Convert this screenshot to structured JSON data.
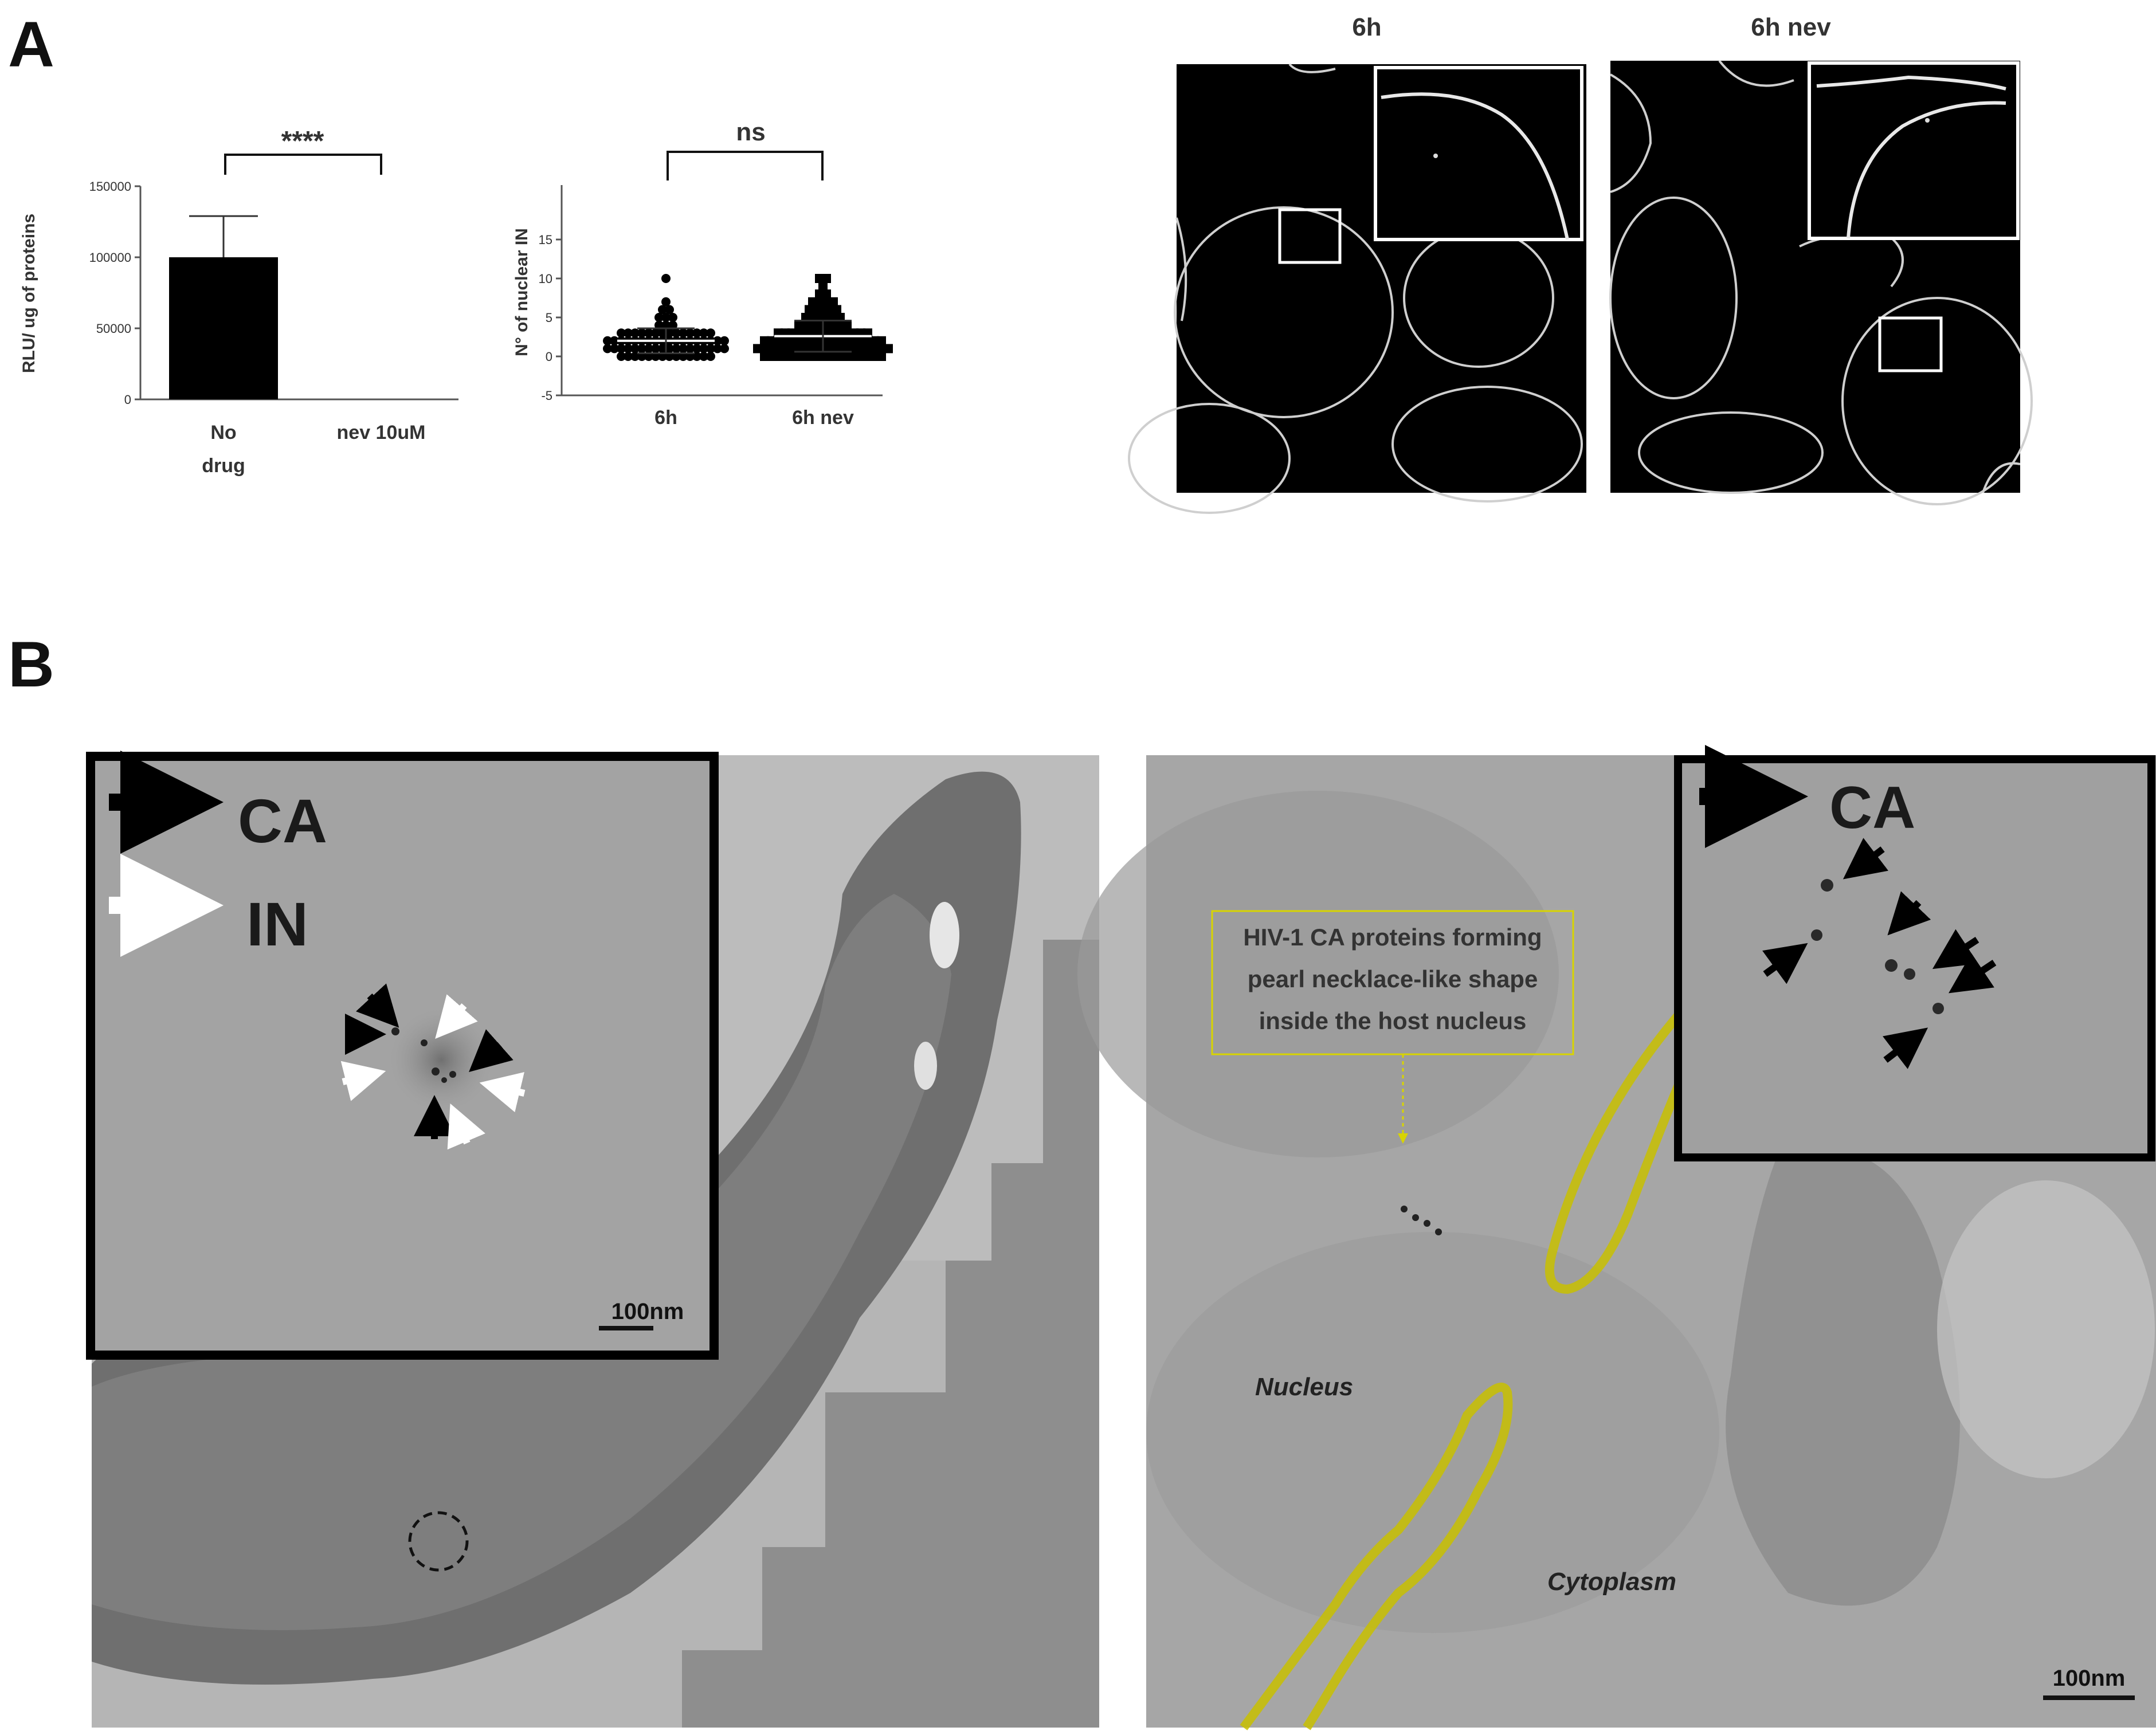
{
  "panels": {
    "a": "A",
    "b": "B"
  },
  "chart_data": [
    {
      "type": "bar",
      "ylabel": "RLU/ ug of proteins",
      "categories": [
        "No drug",
        "nev 10uM"
      ],
      "category_lines": [
        [
          "No",
          "drug"
        ],
        [
          "nev 10uM"
        ]
      ],
      "values": [
        100000,
        0
      ],
      "error": [
        29000,
        0
      ],
      "ylim": [
        0,
        150000
      ],
      "yticks": [
        0,
        50000,
        100000,
        150000
      ],
      "significance": "****"
    },
    {
      "type": "scatter",
      "ylabel": "N° of nuclear IN",
      "categories": [
        "6h",
        "6h nev"
      ],
      "ylim": [
        -5,
        15
      ],
      "yticks": [
        -5,
        0,
        5,
        10,
        15
      ],
      "significance": "ns",
      "series": [
        {
          "values": [
            0,
            0,
            0,
            0,
            0,
            0,
            0,
            0,
            0,
            0,
            0,
            0,
            0,
            0,
            1,
            1,
            1,
            1,
            1,
            1,
            1,
            1,
            1,
            1,
            1,
            1,
            1,
            1,
            1,
            1,
            1,
            1,
            2,
            2,
            2,
            2,
            2,
            2,
            2,
            2,
            2,
            2,
            2,
            2,
            2,
            2,
            2,
            2,
            2,
            2,
            3,
            3,
            3,
            3,
            3,
            3,
            3,
            3,
            3,
            3,
            3,
            3,
            3,
            3,
            4,
            4,
            4,
            5,
            5,
            5,
            6,
            6,
            7,
            10
          ],
          "mean": 2.0,
          "sd": 1.6
        },
        {
          "values": [
            0,
            0,
            0,
            0,
            0,
            0,
            0,
            0,
            0,
            0,
            0,
            0,
            0,
            0,
            0,
            0,
            0,
            0,
            1,
            1,
            1,
            1,
            1,
            1,
            1,
            1,
            1,
            1,
            1,
            1,
            1,
            1,
            1,
            1,
            1,
            1,
            1,
            1,
            2,
            2,
            2,
            2,
            2,
            2,
            2,
            2,
            2,
            2,
            2,
            2,
            2,
            2,
            2,
            2,
            2,
            2,
            3,
            3,
            3,
            3,
            3,
            3,
            3,
            3,
            3,
            3,
            3,
            3,
            3,
            3,
            4,
            4,
            4,
            4,
            4,
            4,
            4,
            4,
            5,
            5,
            5,
            5,
            5,
            5,
            6,
            6,
            6,
            6,
            6,
            7,
            7,
            7,
            7,
            8,
            8,
            9,
            10,
            10
          ],
          "mean": 2.6,
          "sd": 2.0
        }
      ]
    }
  ],
  "fluorescence": {
    "title_left": "6h",
    "title_right": "6h nev"
  },
  "em_left": {
    "legend_ca": "CA",
    "legend_in": "IN",
    "scale": "100nm"
  },
  "em_right": {
    "legend_ca": "CA",
    "annotation": [
      "HIV-1 CA proteins forming",
      "pearl necklace-like shape",
      "inside the host nucleus"
    ],
    "nucleus": "Nucleus",
    "cytoplasm": "Cytoplasm",
    "scale": "100nm"
  },
  "colors": {
    "annotation": "#d8d400",
    "membrane": "#c8c000",
    "fluor_bg": "#000000"
  }
}
